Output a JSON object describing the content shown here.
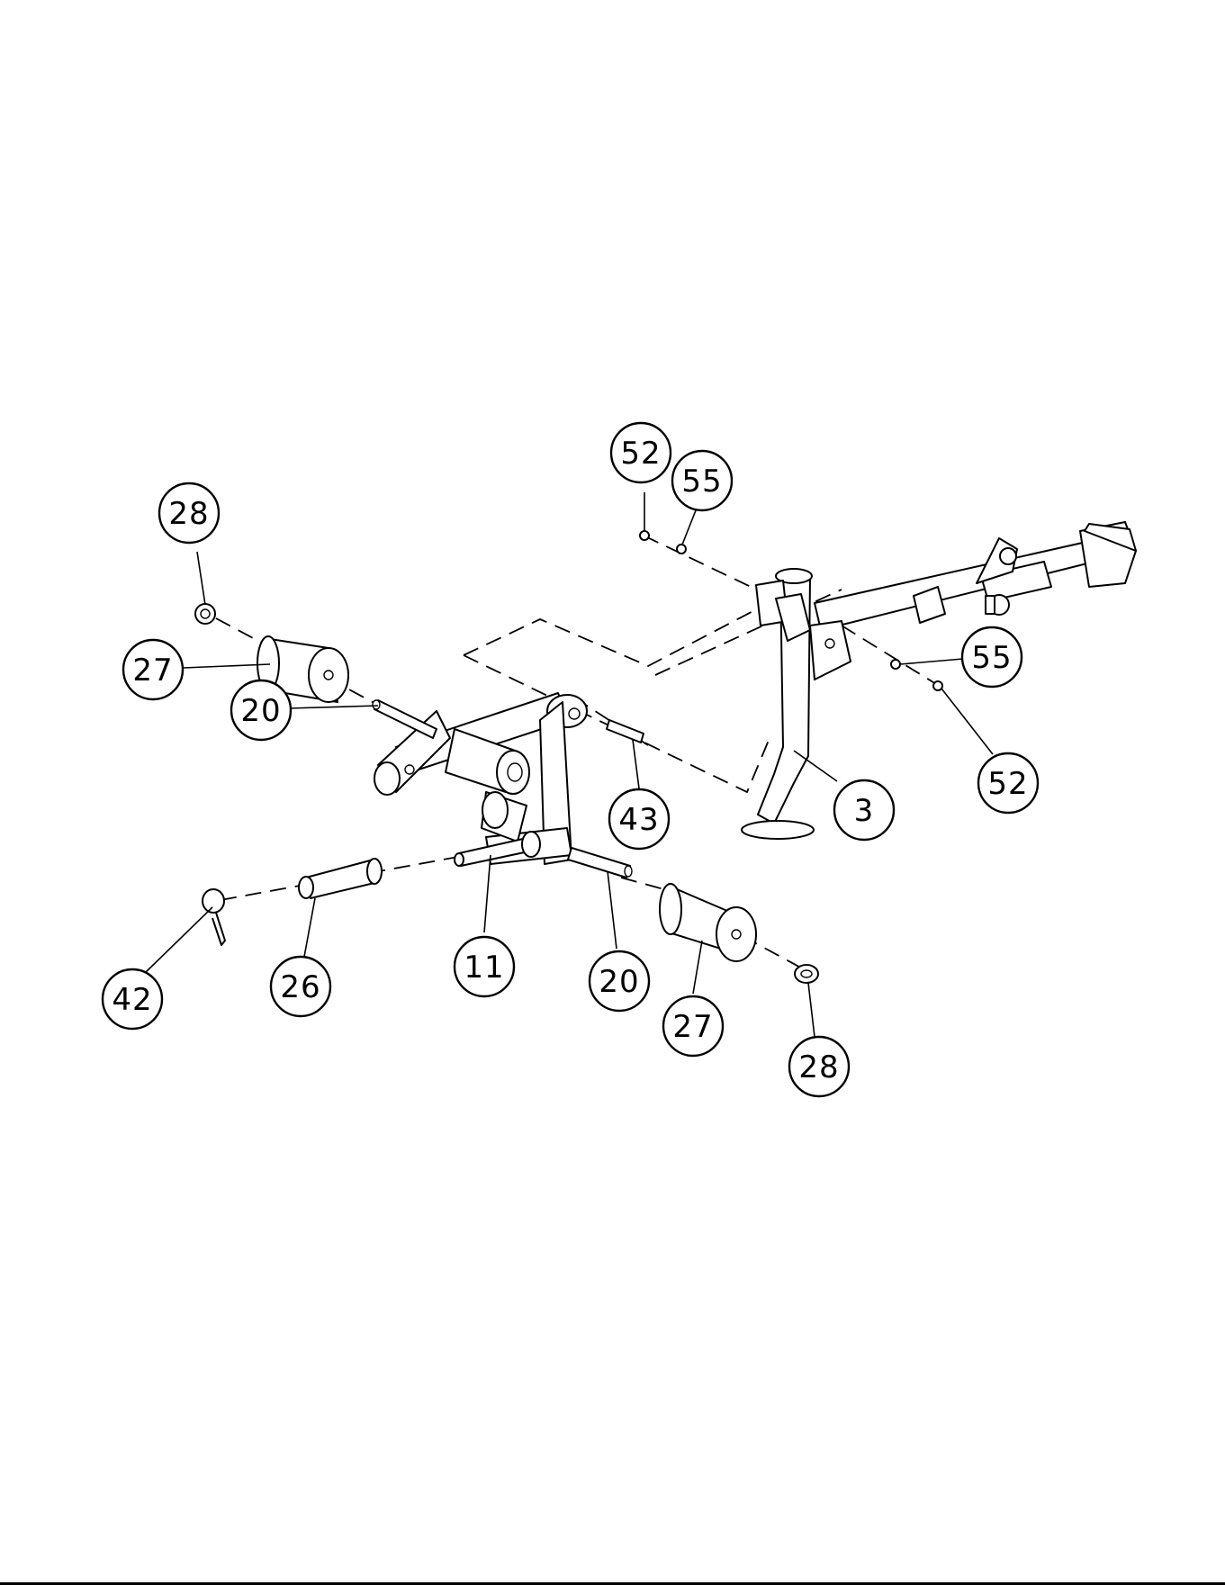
{
  "diagram": {
    "callouts": [
      {
        "id": "c-28-left",
        "label": "28"
      },
      {
        "id": "c-27-left",
        "label": "27"
      },
      {
        "id": "c-20-upper",
        "label": "20"
      },
      {
        "id": "c-52-top",
        "label": "52"
      },
      {
        "id": "c-55-top",
        "label": "55"
      },
      {
        "id": "c-55-right",
        "label": "55"
      },
      {
        "id": "c-52-right",
        "label": "52"
      },
      {
        "id": "c-43",
        "label": "43"
      },
      {
        "id": "c-3",
        "label": "3"
      },
      {
        "id": "c-42",
        "label": "42"
      },
      {
        "id": "c-26",
        "label": "26"
      },
      {
        "id": "c-11",
        "label": "11"
      },
      {
        "id": "c-20-lower",
        "label": "20"
      },
      {
        "id": "c-27-right",
        "label": "27"
      },
      {
        "id": "c-28-right",
        "label": "28"
      }
    ]
  }
}
